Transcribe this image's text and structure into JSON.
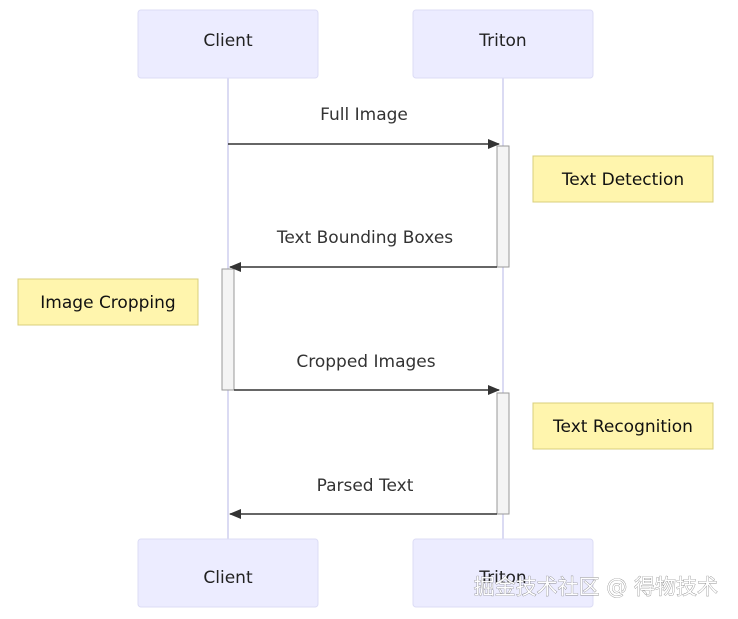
{
  "participants": [
    {
      "id": "client",
      "label": "Client"
    },
    {
      "id": "triton",
      "label": "Triton"
    }
  ],
  "messages": [
    {
      "from": "client",
      "to": "triton",
      "label": "Full Image"
    },
    {
      "from": "triton",
      "to": "client",
      "label": "Text Bounding Boxes"
    },
    {
      "from": "client",
      "to": "triton",
      "label": "Cropped Images"
    },
    {
      "from": "triton",
      "to": "client",
      "label": "Parsed Text"
    }
  ],
  "notes": [
    {
      "label": "Text Detection"
    },
    {
      "label": "Image Cropping"
    },
    {
      "label": "Text Recognition"
    }
  ],
  "watermark": "掘金技术社区 @ 得物技术",
  "colors": {
    "actor_fill": "#ECECFF",
    "note_fill": "#FFF5AD",
    "lifeline": "#CFCFEF",
    "activation_fill": "#F4F4F4"
  }
}
